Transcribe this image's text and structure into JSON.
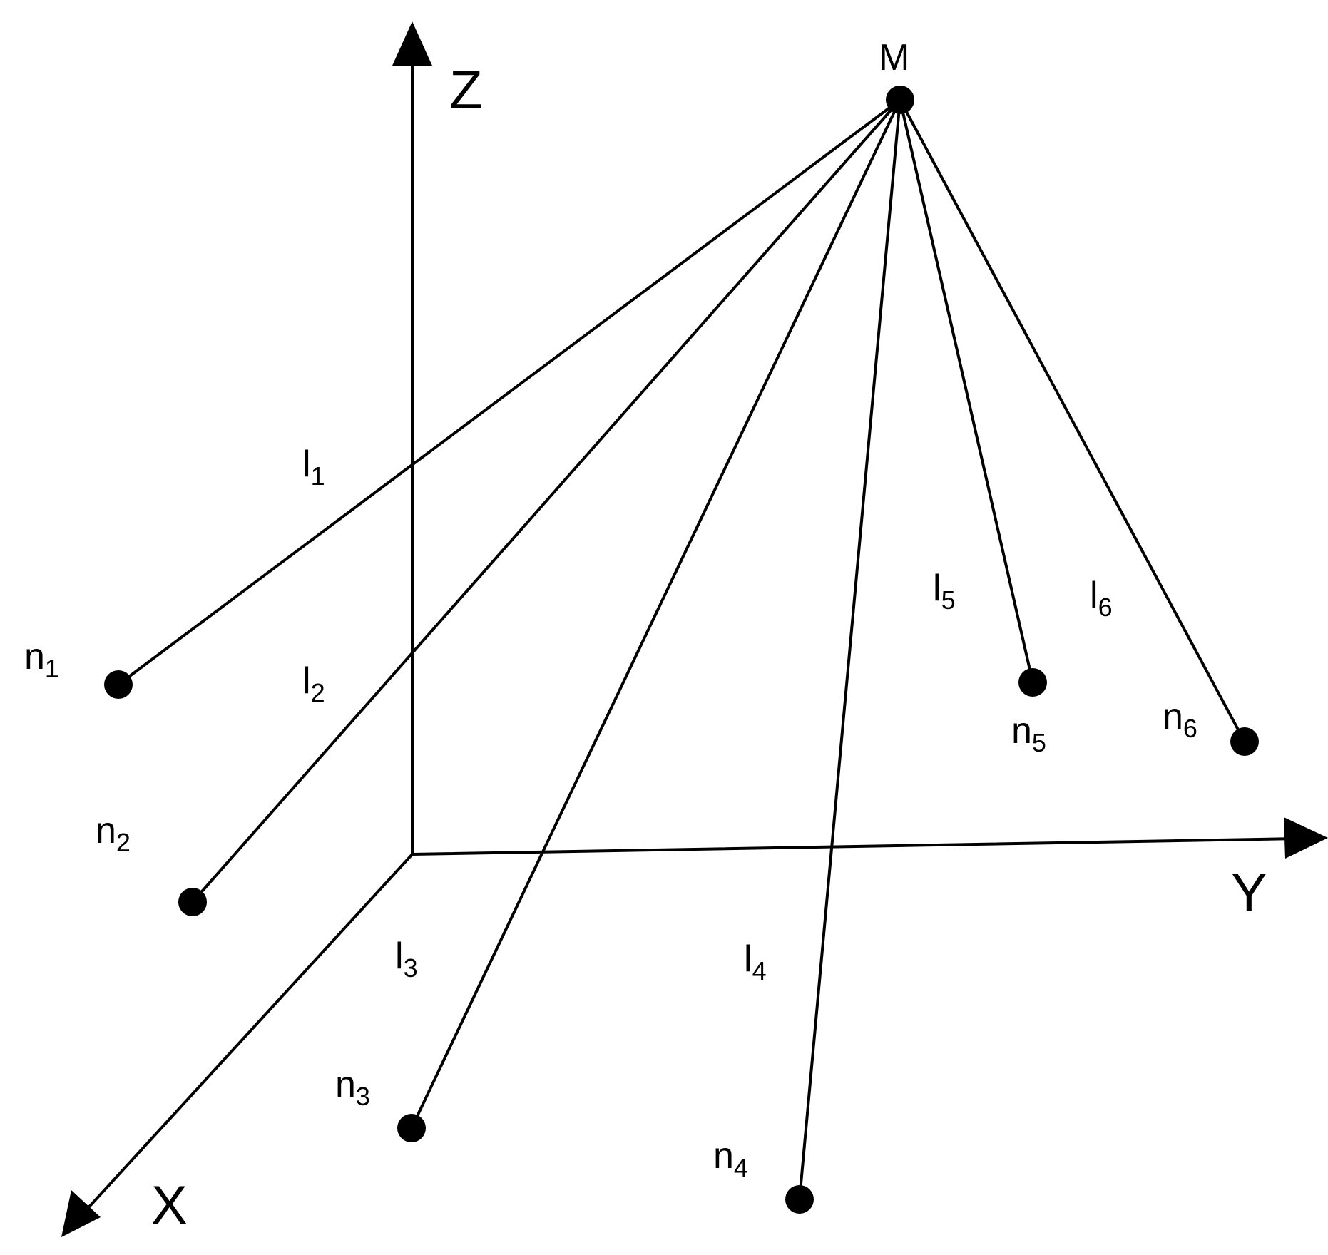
{
  "axes": {
    "x": "X",
    "y": "Y",
    "z": "Z"
  },
  "apex": {
    "label": "M"
  },
  "nodes": [
    {
      "letter": "n",
      "sub": "1"
    },
    {
      "letter": "n",
      "sub": "2"
    },
    {
      "letter": "n",
      "sub": "3"
    },
    {
      "letter": "n",
      "sub": "4"
    },
    {
      "letter": "n",
      "sub": "5"
    },
    {
      "letter": "n",
      "sub": "6"
    }
  ],
  "links": [
    {
      "letter": "l",
      "sub": "1"
    },
    {
      "letter": "l",
      "sub": "2"
    },
    {
      "letter": "l",
      "sub": "3"
    },
    {
      "letter": "l",
      "sub": "4"
    },
    {
      "letter": "l",
      "sub": "5"
    },
    {
      "letter": "l",
      "sub": "6"
    }
  ]
}
